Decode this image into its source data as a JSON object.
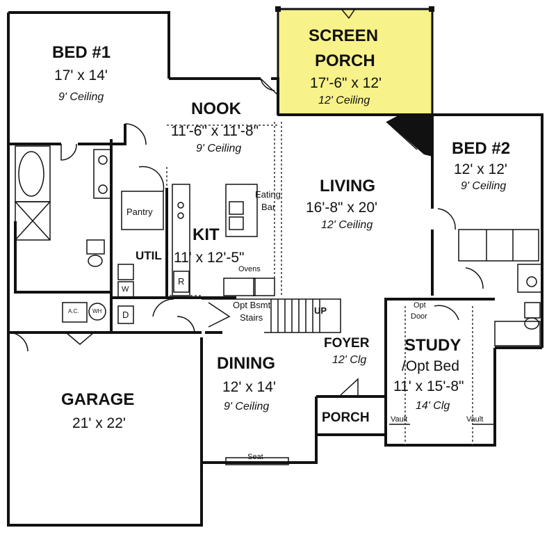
{
  "colors": {
    "wall": "#111111",
    "porch_fill": "#f7f28a",
    "background": "#ffffff"
  },
  "rooms": {
    "bed1": {
      "name": "BED #1",
      "dims": "17' x 14'",
      "ceiling": "9' Ceiling"
    },
    "screen_porch": {
      "name_line1": "SCREEN",
      "name_line2": "PORCH",
      "dims": "17'-6\" x 12'",
      "ceiling": "12' Ceiling"
    },
    "nook": {
      "name": "NOOK",
      "dims": "11'-6\" x 11'-8\"",
      "ceiling": "9' Ceiling"
    },
    "bed2": {
      "name": "BED #2",
      "dims": "12' x 12'",
      "ceiling": "9' Ceiling"
    },
    "living": {
      "name": "LIVING",
      "dims": "16'-8\" x 20'",
      "ceiling": "12' Ceiling"
    },
    "kit": {
      "name": "KIT",
      "dims": "11' x 12'-5\""
    },
    "util": {
      "name": "UTIL"
    },
    "dining": {
      "name": "DINING",
      "dims": "12' x 14'",
      "ceiling": "9' Ceiling"
    },
    "garage": {
      "name": "GARAGE",
      "dims": "21' x 22'"
    },
    "foyer": {
      "name": "FOYER",
      "ceiling": "12' Clg"
    },
    "study": {
      "name": "STUDY",
      "alt": "/Opt Bed",
      "dims": "11' x 15'-8\"",
      "ceiling": "14' Clg"
    },
    "porch": {
      "name": "PORCH"
    }
  },
  "annotations": {
    "pantry": "Pantry",
    "eating_bar_line1": "Eating",
    "eating_bar_line2": "Bar",
    "ovens": "Ovens",
    "opt_bsmt_stairs_line1": "Opt Bsmt",
    "opt_bsmt_stairs_line2": "Stairs",
    "up": "UP",
    "opt_door_line1": "Opt",
    "opt_door_line2": "Door",
    "seat": "Seat",
    "vault_left": "Vault",
    "vault_right": "Vault",
    "fridge": "R",
    "washer": "W",
    "dryer": "D",
    "ac": "A.C.",
    "wh": "WH"
  }
}
